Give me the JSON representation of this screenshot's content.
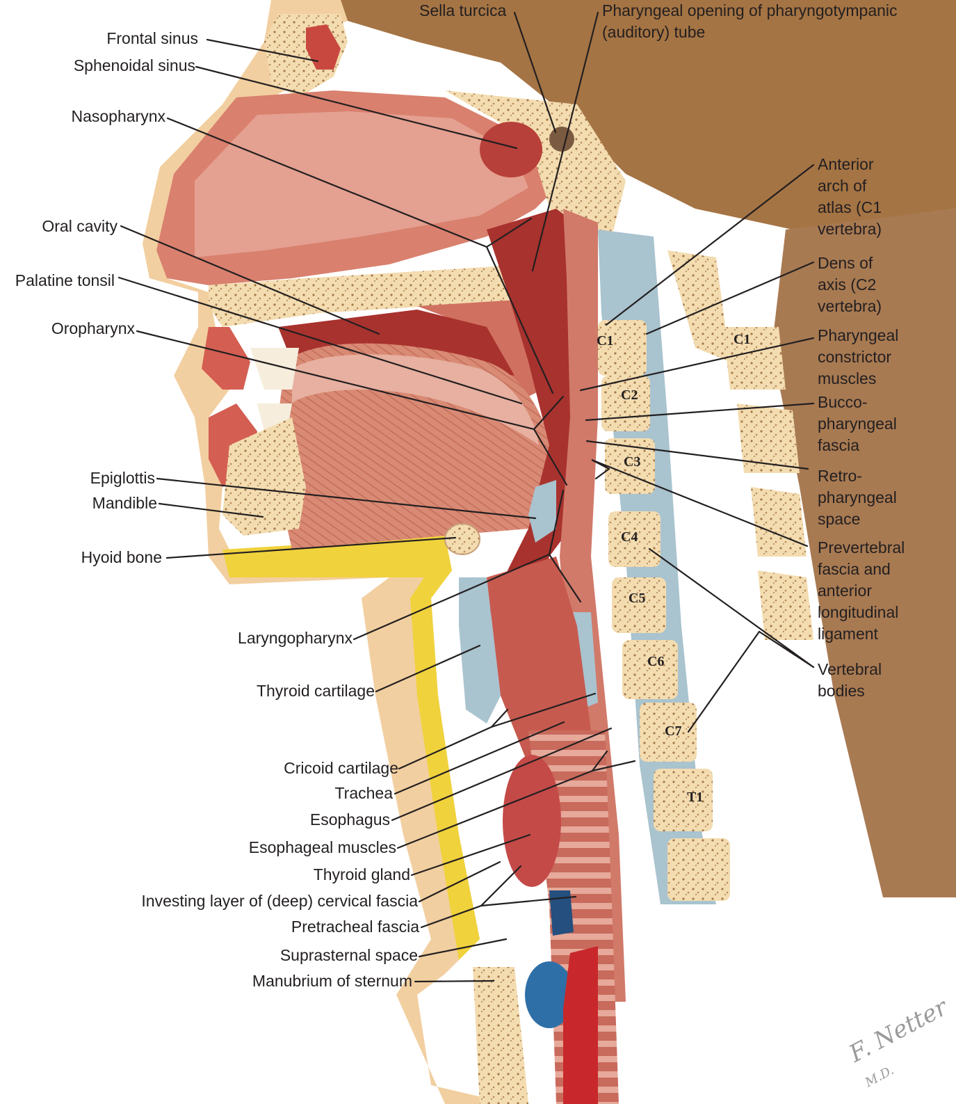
{
  "figure": {
    "labels": {
      "frontal_sinus": "Frontal sinus",
      "sphenoidal_sinus": "Sphenoidal sinus",
      "nasopharynx": "Nasopharynx",
      "oral_cavity": "Oral cavity",
      "palatine_tonsil": "Palatine tonsil",
      "oropharynx": "Oropharynx",
      "epiglottis": "Epiglottis",
      "mandible": "Mandible",
      "hyoid_bone": "Hyoid bone",
      "laryngopharynx": "Laryngopharynx",
      "thyroid_cartilage": "Thyroid cartilage",
      "cricoid_cartilage": "Cricoid cartilage",
      "trachea": "Trachea",
      "esophagus": "Esophagus",
      "esophageal_muscles": "Esophageal muscles",
      "thyroid_gland": "Thyroid gland",
      "investing_layer": "Investing layer of (deep) cervical fascia",
      "pretracheal_fascia": "Pretracheal fascia",
      "suprasternal_space": "Suprasternal space",
      "manubrium": "Manubrium of sternum",
      "sella_turcica": "Sella turcica",
      "pharyngeal_opening": "Pharyngeal opening of pharyngotympanic\n(auditory) tube",
      "anterior_arch": "Anterior\narch of\natlas (C1\nvertebra)",
      "dens_of_axis": "Dens of\naxis (C2\nvertebra)",
      "pharyngeal_constrictor": "Pharyngeal\nconstrictor\nmuscles",
      "buccopharyngeal_fascia": "Bucco-\npharyngeal\nfascia",
      "retropharyngeal_space": "Retro-\npharyngeal\nspace",
      "prevertebral_fascia": "Prevertebral\nfascia and\nanterior\nlongitudinal\nligament",
      "vertebral_bodies": "Vertebral\nbodies"
    },
    "vertebrae": {
      "c1_front": "C1",
      "c1_back": "C1",
      "c2": "C2",
      "c3": "C3",
      "c4": "C4",
      "c5": "C5",
      "c6": "C6",
      "c7": "C7",
      "t1": "T1"
    },
    "signature": "F. Netter M.D.",
    "colors": {
      "skin": "#f2cfa0",
      "fat": "#f0d23c",
      "muscle": "#d9826e",
      "mucosa": "#c8483f",
      "cavity_dark": "#a8322e",
      "bone": "#f3dcb0",
      "bone_speckle": "#a57a4a",
      "cartilage": "#a9c3cf",
      "brain": "#a07040",
      "vein": "#2f6fa8",
      "artery": "#c8282c"
    }
  }
}
